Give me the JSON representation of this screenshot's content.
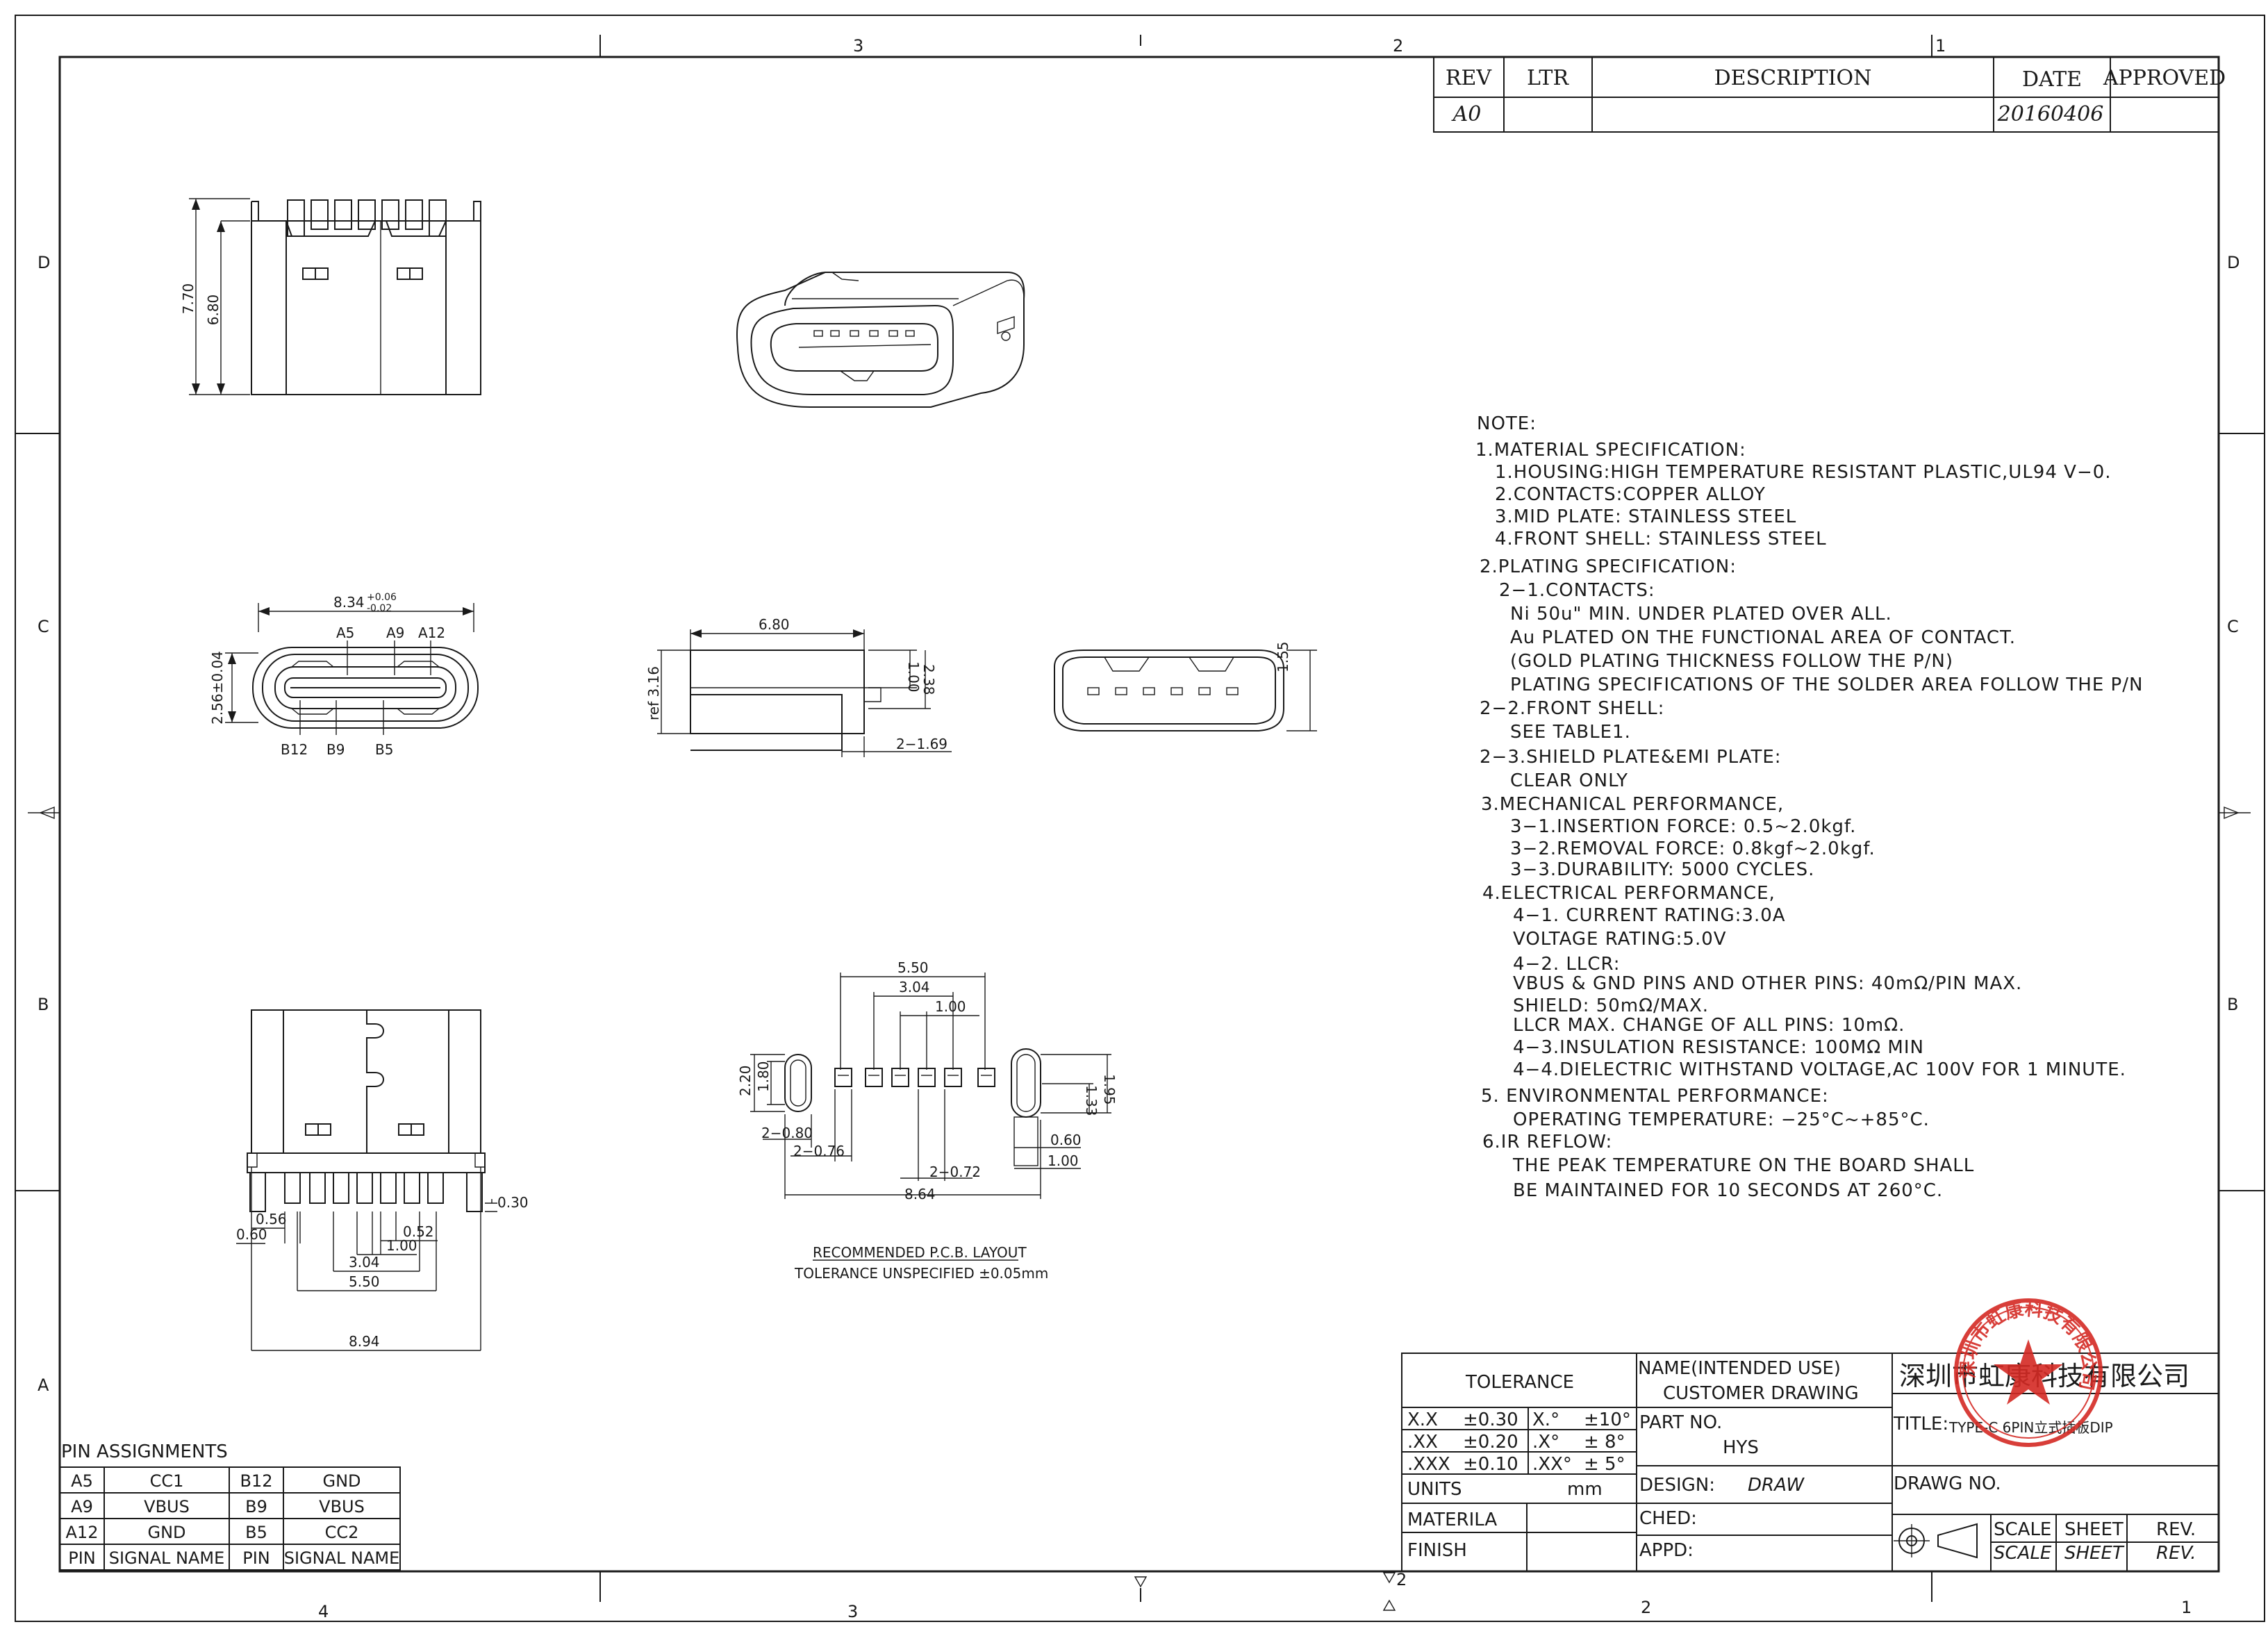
{
  "frame": {
    "top_zones": [
      "3",
      "2",
      "1"
    ],
    "bottom_zones": [
      "4",
      "3",
      "2",
      "1"
    ],
    "left_zones": [
      "D",
      "C",
      "B",
      "A"
    ],
    "right_zones": [
      "D",
      "C",
      "B"
    ]
  },
  "revision": {
    "headers": [
      "REV",
      "LTR",
      "DESCRIPTION",
      "DATE",
      "APPROVED"
    ],
    "row": [
      "A0",
      "",
      "",
      "20160406",
      ""
    ]
  },
  "views": {
    "side": {
      "d1": "7.70",
      "d2": "6.80"
    },
    "front": {
      "width": "8.34",
      "tol_plus": "+0.06",
      "tol_minus": "-0.02",
      "height": "2.56±0.04",
      "top_pins": [
        "A5",
        "A9",
        "A12"
      ],
      "bottom_pins": [
        "B12",
        "B9",
        "B5"
      ]
    },
    "profile": {
      "length": "6.80",
      "ref": "ref 3.16",
      "d1": "1.00",
      "d2": "2.38",
      "d3": "2−1.69"
    },
    "rear": {
      "height": "1.55"
    },
    "bottom": {
      "d030": "0.30",
      "d056": "0.56",
      "d060": "0.60",
      "d052": "0.52",
      "d100": "1.00",
      "d304": "3.04",
      "d550": "5.50",
      "d894": "8.94"
    },
    "pcb": {
      "d550": "5.50",
      "d304": "3.04",
      "d100": "1.00",
      "d220": "2.20",
      "d180": "1.80",
      "d080": "2−0.80",
      "d076": "2−0.76",
      "d072": "2−0.72",
      "d864": "8.64",
      "d133": "1.33",
      "d195": "1.95",
      "d060": "0.60",
      "d100b": "1.00",
      "caption1": "RECOMMENDED  P.C.B. LAYOUT",
      "caption2": "TOLERANCE UNSPECIFIED ±0.05mm"
    }
  },
  "notes": [
    "NOTE:",
    "1.MATERIAL SPECIFICATION:",
    "  1.HOUSING:HIGH TEMPERATURE RESISTANT PLASTIC,UL94 V−0.",
    "  2.CONTACTS:COPPER ALLOY",
    "  3.MID PLATE: STAINLESS STEEL",
    "  4.FRONT SHELL: STAINLESS STEEL",
    "2.PLATING SPECIFICATION:",
    "  2−1.CONTACTS:",
    "    Ni 50u\" MIN. UNDER PLATED OVER ALL.",
    "    Au PLATED ON THE FUNCTIONAL AREA OF CONTACT.",
    "    (GOLD PLATING THICKNESS FOLLOW THE P/N)",
    "    PLATING SPECIFICATIONS OF THE SOLDER AREA FOLLOW THE P/N",
    "2−2.FRONT SHELL:",
    "    SEE TABLE1.",
    "2−3.SHIELD PLATE&EMI PLATE:",
    "    CLEAR ONLY",
    "3.MECHANICAL PERFORMANCE,",
    "    3−1.INSERTION FORCE: 0.5~2.0kgf.",
    "    3−2.REMOVAL FORCE: 0.8kgf~2.0kgf.",
    "    3−3.DURABILITY: 5000 CYCLES.",
    "4.ELECTRICAL PERFORMANCE,",
    "    4−1. CURRENT RATING:3.0A",
    "           VOLTAGE RATING:5.0V",
    "    4−2. LLCR:",
    "           VBUS & GND PINS AND OTHER PINS: 40mΩ/PIN MAX.",
    "           SHIELD: 50mΩ/MAX.",
    "           LLCR MAX. CHANGE OF ALL PINS: 10mΩ.",
    "    4−3.INSULATION RESISTANCE: 100MΩ   MIN",
    "    4−4.DIELECTRIC WITHSTAND VOLTAGE,AC 100V FOR 1 MINUTE.",
    "5. ENVIRONMENTAL PERFORMANCE:",
    "    OPERATING TEMPERATURE: −25°C~+85°C.",
    "6.IR REFLOW:",
    "    THE PEAK TEMPERATURE ON THE BOARD SHALL",
    "    BE MAINTAINED FOR 10 SECONDS AT 260°C."
  ],
  "pins": {
    "title": "PIN  ASSIGNMENTS",
    "rows": [
      [
        "A5",
        "CC1",
        "B12",
        "GND"
      ],
      [
        "A9",
        "VBUS",
        "B9",
        "VBUS"
      ],
      [
        "A12",
        "GND",
        "B5",
        "CC2"
      ]
    ],
    "footer": [
      "PIN",
      "SIGNAL NAME",
      "PIN",
      "SIGNAL NAME"
    ]
  },
  "titleblock": {
    "tolerance": "TOLERANCE",
    "tol_rows": [
      [
        "X.X",
        "±0.30",
        "X.°",
        "±10°"
      ],
      [
        ".XX",
        "±0.20",
        ".X°",
        "± 8°"
      ],
      [
        ".XXX",
        "±0.10",
        ".XX°",
        "± 5°"
      ]
    ],
    "units_label": "UNITS",
    "units_value": "mm",
    "materila": "MATERILA",
    "finish": "FINISH",
    "name_label": "NAME(INTENDED  USE)",
    "name_value": "CUSTOMER  DRAWING",
    "part_label": "PART  NO.",
    "part_value": "HYS",
    "design_label": "DESIGN:",
    "design_value": "DRAW",
    "ched": "CHED:",
    "appd": "APPD:",
    "company": "深圳市虹康科技有限公司",
    "title_label": "TITLE:",
    "title_value": "TYPE-C 6PIN立式插板DIP",
    "drawg": "DRAWG  NO.",
    "scale": "SCALE",
    "sheet": "SHEET",
    "rev": "REV."
  },
  "stamp": {
    "text": "深圳市虹康科技有限公司"
  }
}
